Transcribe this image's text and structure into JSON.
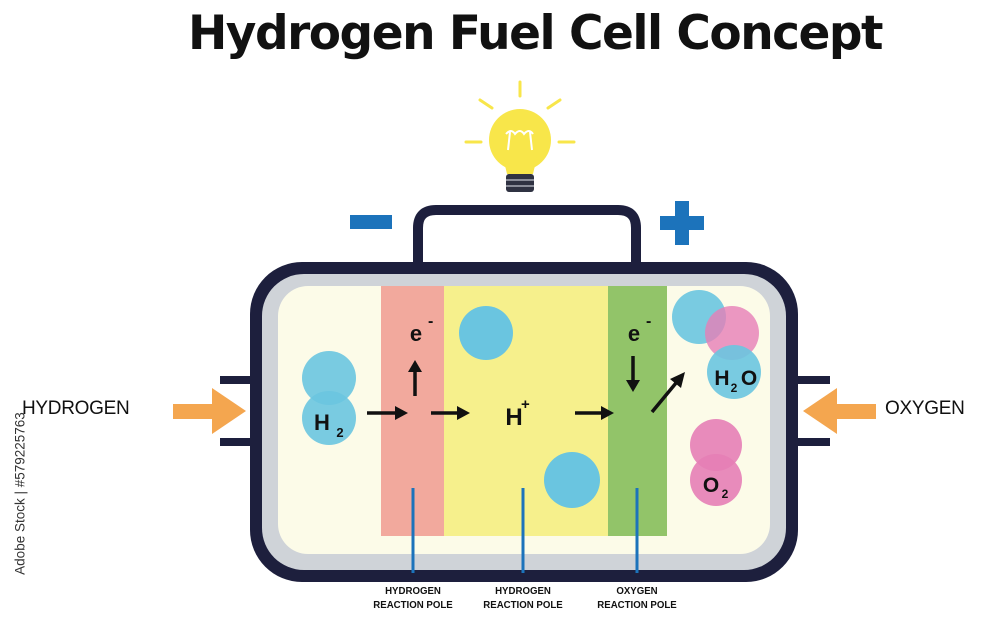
{
  "title": "Hydrogen Fuel Cell Concept",
  "inputs": {
    "left": "HYDROGEN",
    "right": "OXYGEN"
  },
  "terminals": {
    "negative": "−",
    "positive": "+"
  },
  "molecules": {
    "h2": "H",
    "h2_sub": "2",
    "h_ion": "H",
    "h_ion_sup": "+",
    "electron": "e",
    "electron_sup": "-",
    "water": "H",
    "water_sub": "2",
    "water_o": "O",
    "o2": "O",
    "o2_sub": "2"
  },
  "poles": [
    {
      "line1": "HYDROGEN",
      "line2": "REACTION POLE"
    },
    {
      "line1": "HYDROGEN",
      "line2": "REACTION POLE"
    },
    {
      "line1": "OXYGEN",
      "line2": "REACTION POLE"
    }
  ],
  "watermark": "Adobe Stock | #579225763",
  "colors": {
    "outline": "#1d1f3d",
    "shell": "#cfd3d8",
    "inner": "#fcfbe8",
    "anode": "#f2a99d",
    "electrolyte": "#f6f08c",
    "cathode": "#92c469",
    "hydrogen_ball": "#6ac5e0",
    "oxygen_ball": "#e67eb6",
    "input_arrow": "#f4a64f",
    "terminal": "#1c73bb",
    "bulb": "#f8e64a"
  }
}
